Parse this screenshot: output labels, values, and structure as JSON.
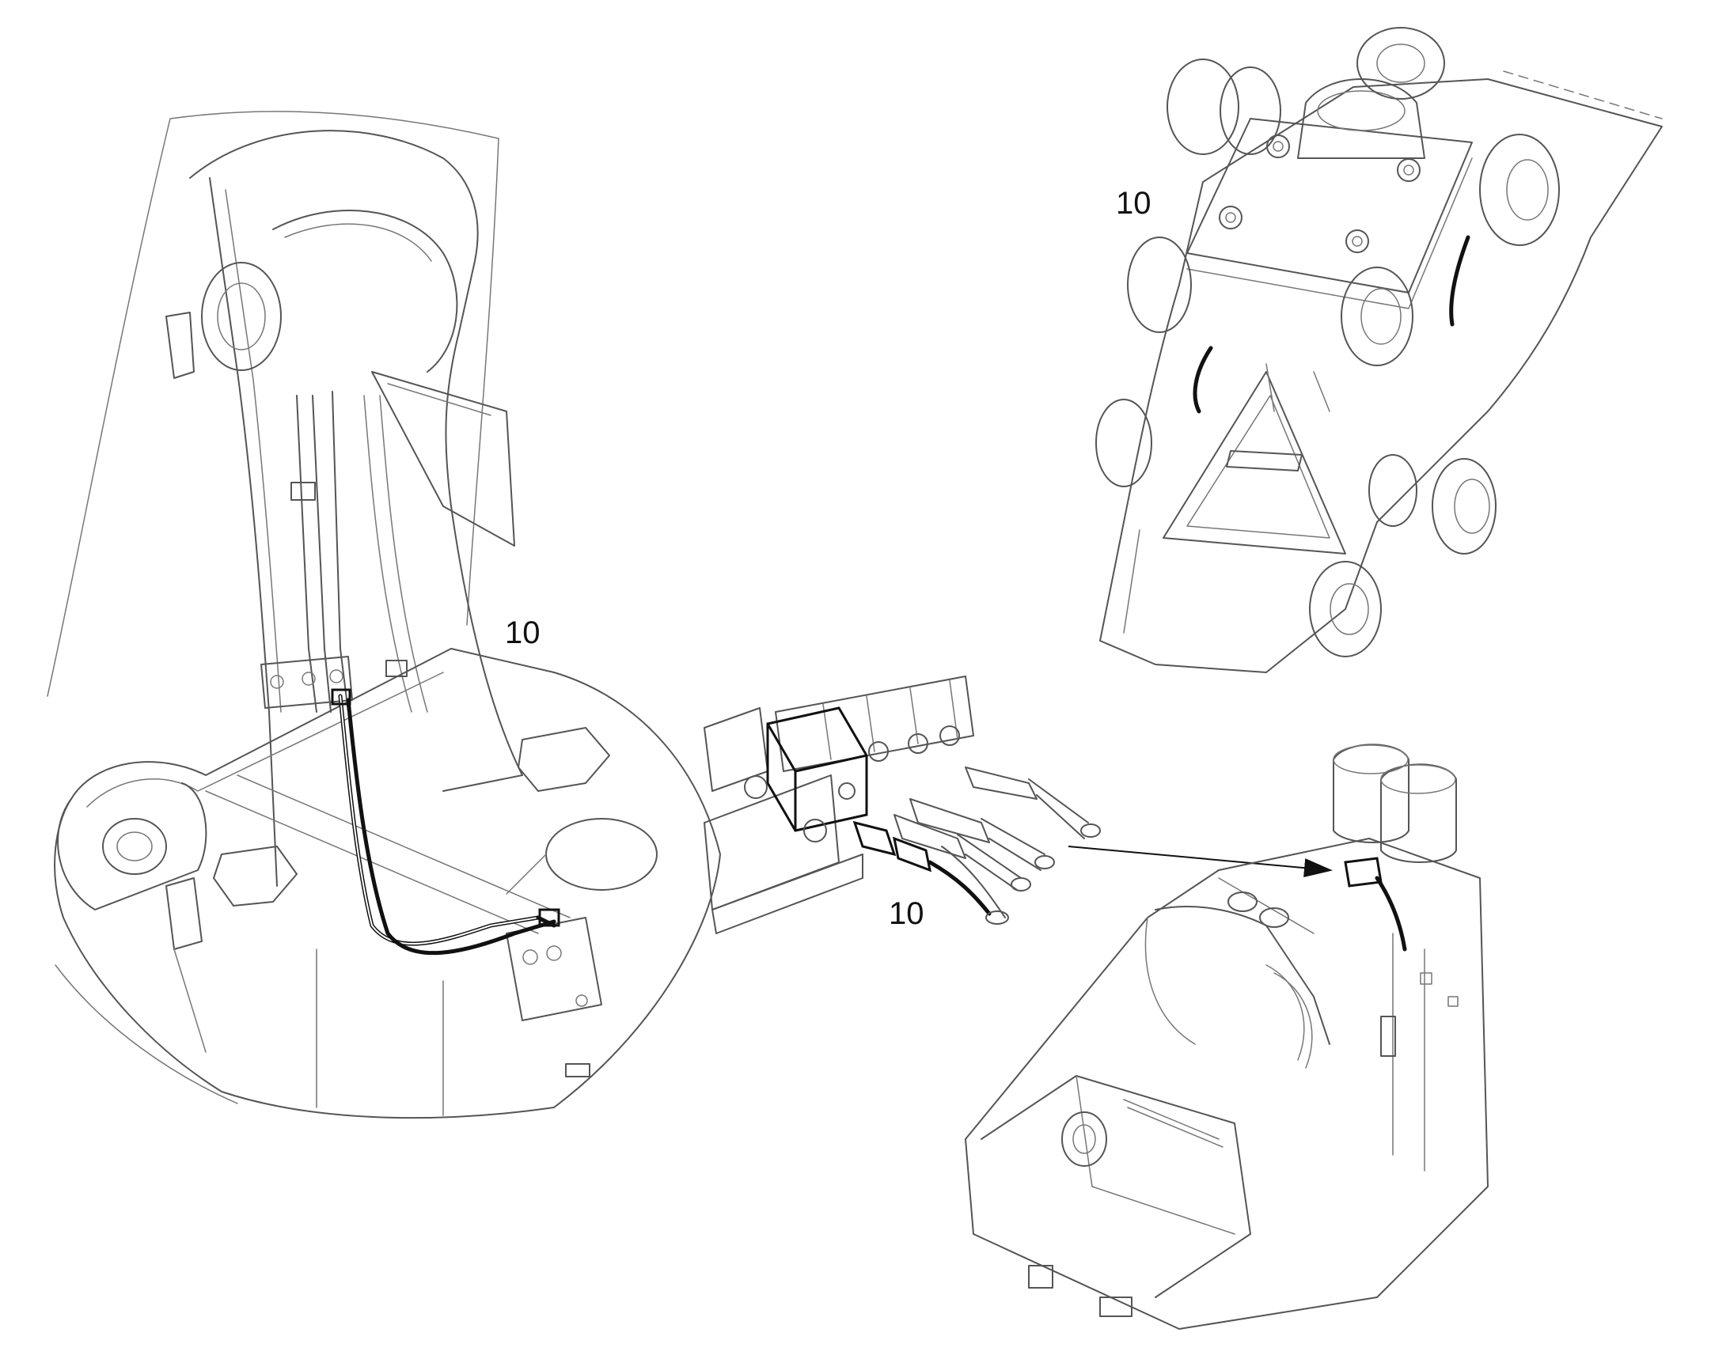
{
  "callouts": {
    "left": "10",
    "top_right": "10",
    "center": "10"
  },
  "colors": {
    "line": "#555555",
    "hose": "#111111",
    "background": "#ffffff"
  }
}
